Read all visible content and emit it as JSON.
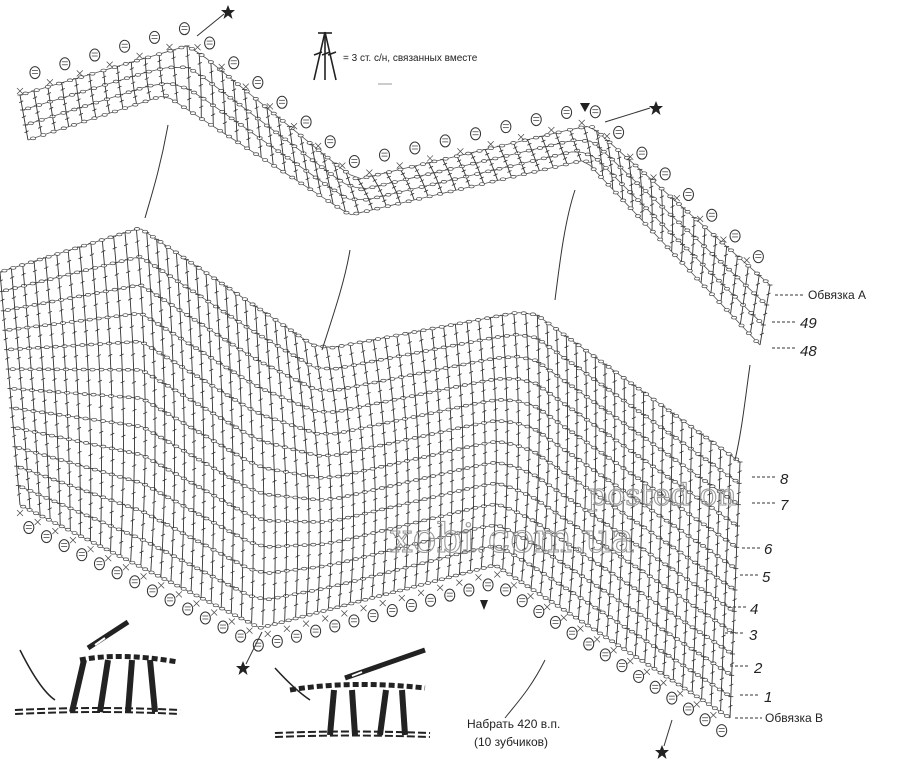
{
  "legend": {
    "text": "= 3 ст. с/н, связанных вместе",
    "symbol_icon": "three-dc-together-icon"
  },
  "labels": {
    "edging_a": "Обвязка А",
    "edging_b": "Обвязка В",
    "cast_on_line1": "Набрать 420 в.п.",
    "cast_on_line2": "(10 зубчиков)"
  },
  "row_numbers": {
    "top": [
      "49",
      "48"
    ],
    "bottom": [
      "8",
      "7",
      "6",
      "5",
      "4",
      "3",
      "2",
      "1"
    ]
  },
  "watermark": {
    "line1": "posted on",
    "line2": "xobi.com.ua"
  },
  "icons": {
    "star": "star-icon",
    "hook": "crochet-hook-icon",
    "arrowhead": "arrowhead-icon"
  },
  "colors": {
    "ink": "#222222",
    "background": "#ffffff",
    "watermark": "#999999"
  }
}
